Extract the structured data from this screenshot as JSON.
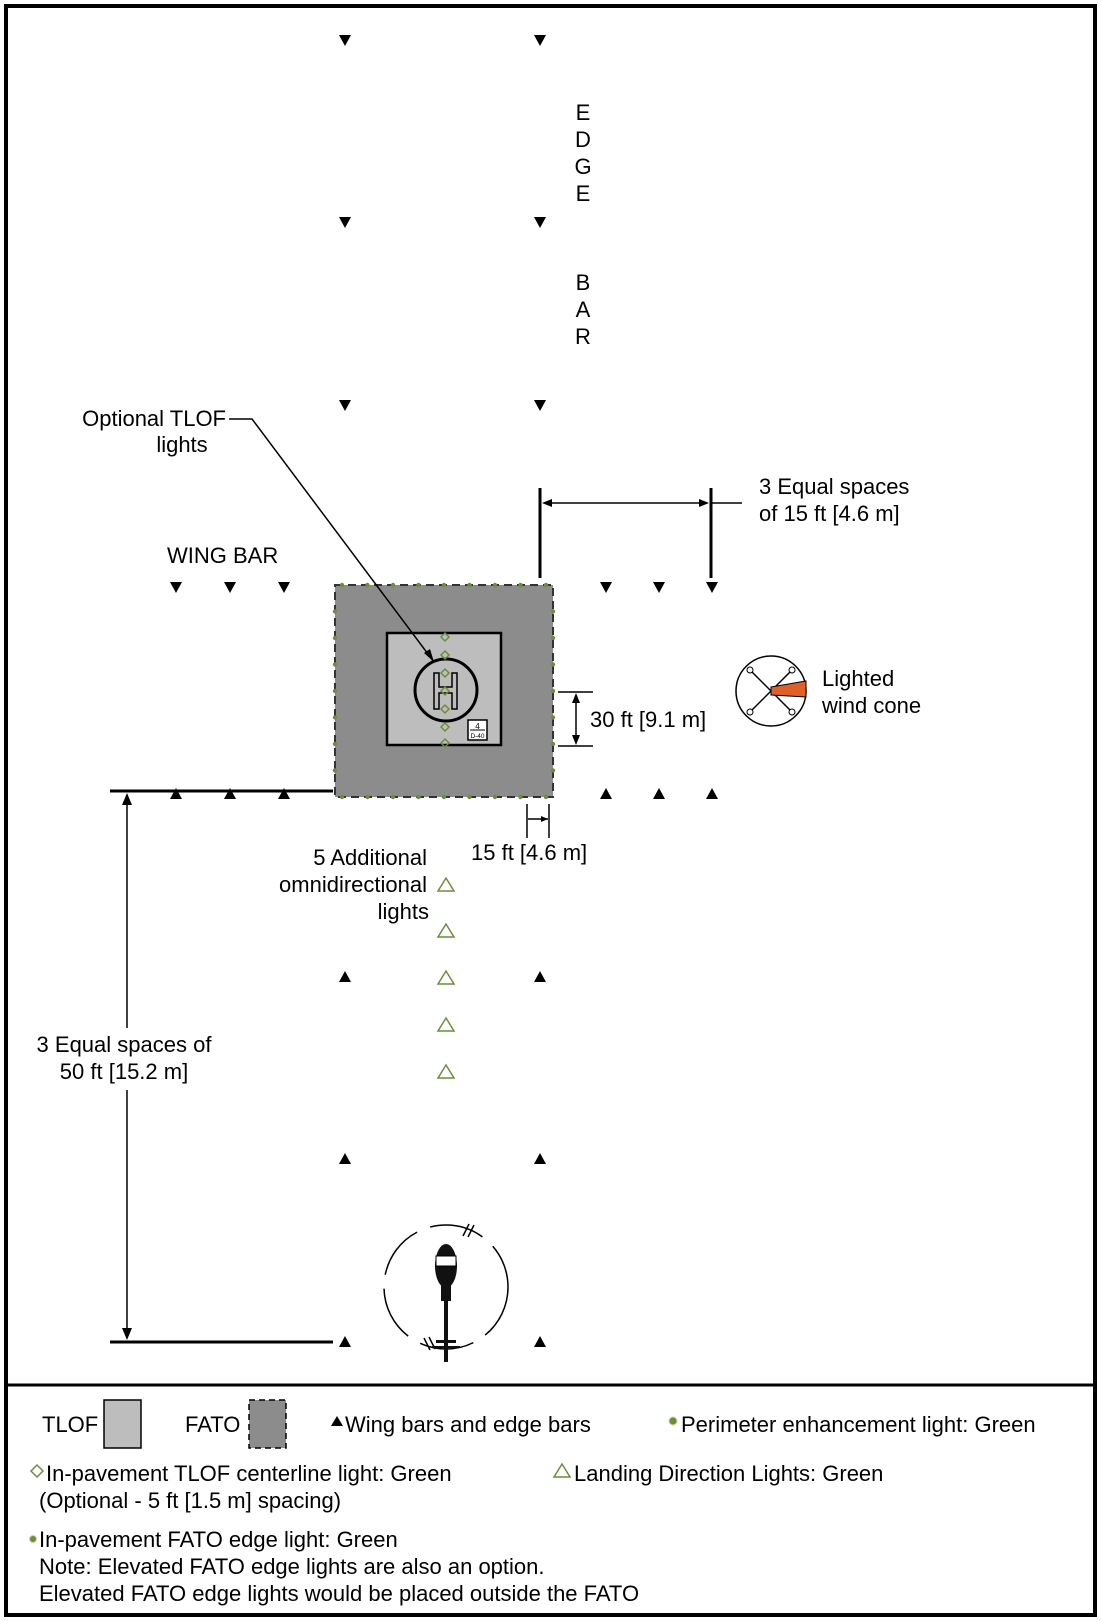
{
  "edge_bar_letters": [
    "E",
    "D",
    "G",
    "E",
    "B",
    "A",
    "R"
  ],
  "labels": {
    "optional_tlof_line1": "Optional TLOF",
    "optional_tlof_line2": "lights",
    "wing_bar": "WING BAR",
    "spaces_15_line1": "3 Equal spaces",
    "spaces_15_line2": "of 15 ft [4.6 m]",
    "dim_30": "30 ft [9.1 m]",
    "dim_15": "15 ft [4.6 m]",
    "wind_cone_line1": "Lighted",
    "wind_cone_line2": "wind cone",
    "additional_line1": "5 Additional",
    "additional_line2": "omnidirectional",
    "additional_line3": "lights",
    "spaces_50_line1": "3 Equal spaces of",
    "spaces_50_line2": "50 ft [15.2 m]",
    "marking_number": "4",
    "marking_weight": "D-40"
  },
  "legend": {
    "tlof": "TLOF",
    "fato": "FATO",
    "wing_edge_bars": "Wing bars and edge bars",
    "perimeter": "Perimeter enhancement light: Green",
    "centerline_line1": "In-pavement TLOF centerline light: Green",
    "centerline_line2": "(Optional - 5 ft [1.5 m] spacing)",
    "landing_direction": "Landing Direction Lights: Green",
    "fato_edge": "In-pavement FATO edge light: Green",
    "note_line1": "Note: Elevated FATO edge lights are also an option.",
    "note_line2": "Elevated FATO edge lights would be placed outside the  FATO"
  },
  "colors": {
    "tlof_fill": "#bdbdbd",
    "fato_fill": "#8c8c8c",
    "green_light": "#6b8e3a",
    "wind_cone": "#e0602a"
  },
  "icons": {
    "wing_edge_bar": "triangle-marker-icon",
    "perimeter": "perimeter-light-icon",
    "centerline": "centerline-diamond-icon",
    "landing_direction": "landing-direction-triangle-icon",
    "fato_edge": "fato-edge-light-icon",
    "helicopter": "helicopter-icon",
    "wind_cone": "wind-cone-icon"
  }
}
